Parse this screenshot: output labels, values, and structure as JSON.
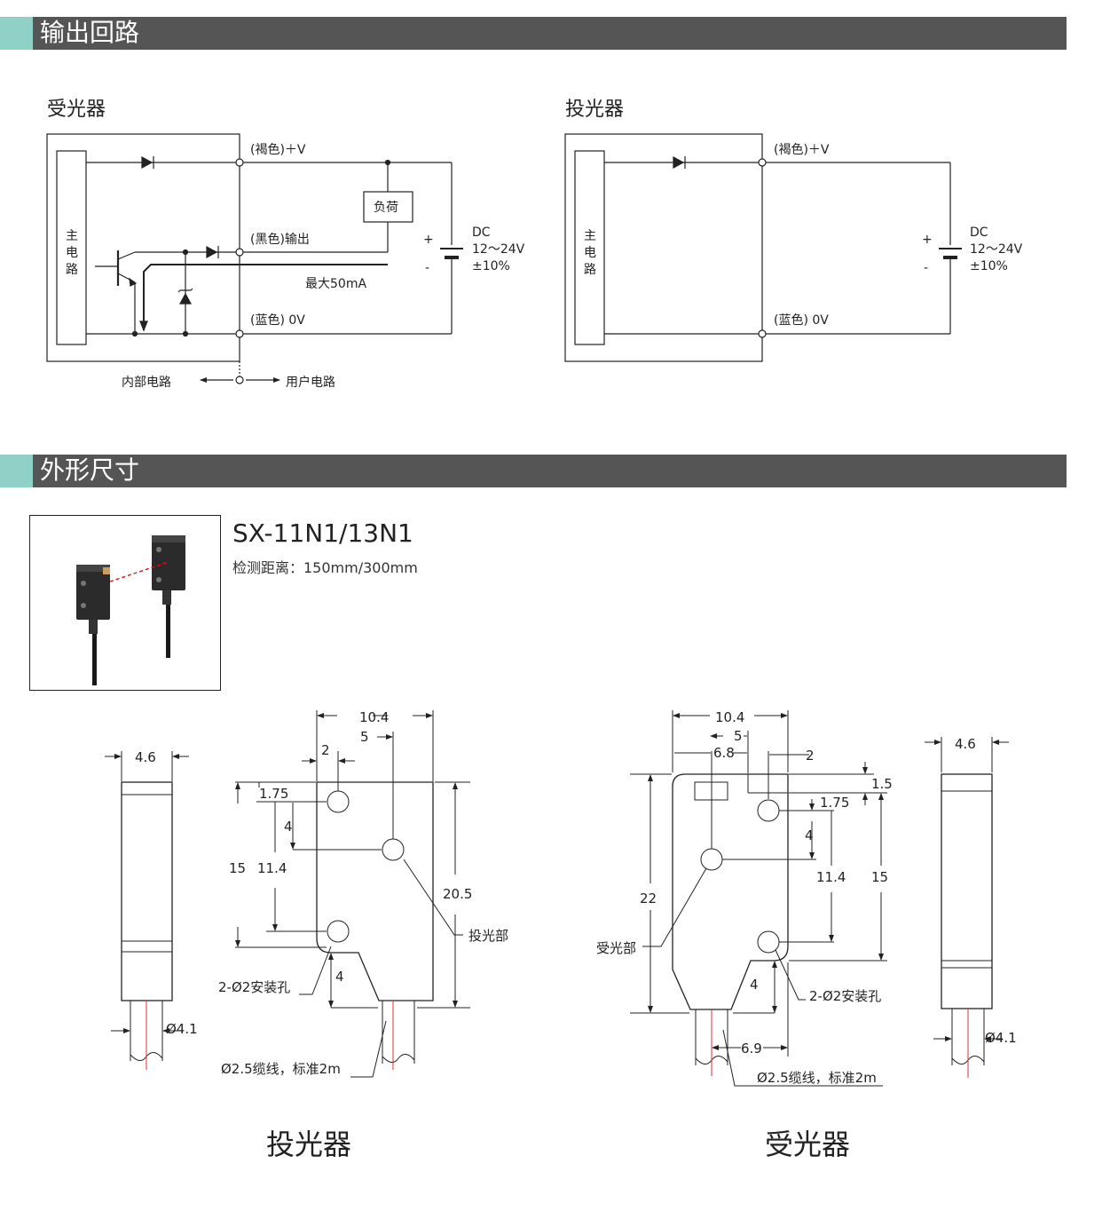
{
  "sections": {
    "output_circuit": "输出回路",
    "dimensions": "外形尺寸"
  },
  "receiver_circuit": {
    "title": "受光器",
    "main_circuit": [
      "主",
      "电",
      "路"
    ],
    "brown_label": "(褐色)＋V",
    "black_label": "(黑色)输出",
    "blue_label": "(蓝色) 0V",
    "load": "负荷",
    "max_current": "最大50mA",
    "plus": "+",
    "minus": "-",
    "dc": "DC",
    "voltage": "12～24V",
    "tolerance": "±10%",
    "internal": "内部电路",
    "user": "用户电路"
  },
  "emitter_circuit": {
    "title": "投光器",
    "main_circuit": [
      "主",
      "电",
      "路"
    ],
    "brown_label": "(褐色)＋V",
    "blue_label": "(蓝色) 0V",
    "plus": "+",
    "minus": "-",
    "dc": "DC",
    "voltage": "12～24V",
    "tolerance": "±10%"
  },
  "product": {
    "model": "SX-11N1/13N1",
    "distance": "检测距离：150mm/300mm"
  },
  "emitter_drawing": {
    "side_width": "4.6",
    "cable_dia": "Ø4.1",
    "width": "10.4",
    "d5": "5",
    "d2": "2",
    "d175": "1.75",
    "d4a": "4",
    "d15": "15",
    "d114": "11.4",
    "d205": "20.5",
    "d4b": "4",
    "holes": "2-Ø2安装孔",
    "emit_part": "投光部",
    "cable": "Ø2.5缆线，标准2m",
    "caption": "投光器"
  },
  "receiver_drawing": {
    "width": "10.4",
    "d5": "5",
    "d68": "6.8",
    "d2": "2",
    "d15a": "1.5",
    "d175": "1.75",
    "d4a": "4",
    "d114": "11.4",
    "d15": "15",
    "d22": "22",
    "recv_part": "受光部",
    "d4b": "4",
    "holes": "2-Ø2安装孔",
    "d69": "6.9",
    "cable": "Ø2.5缆线，标准2m",
    "side_width": "4.6",
    "cable_dia": "Ø4.1",
    "caption": "受光器"
  },
  "colors": {
    "header_bar": "#555555",
    "header_accent": "#8fd0c7",
    "dim_center": "#e03030"
  }
}
